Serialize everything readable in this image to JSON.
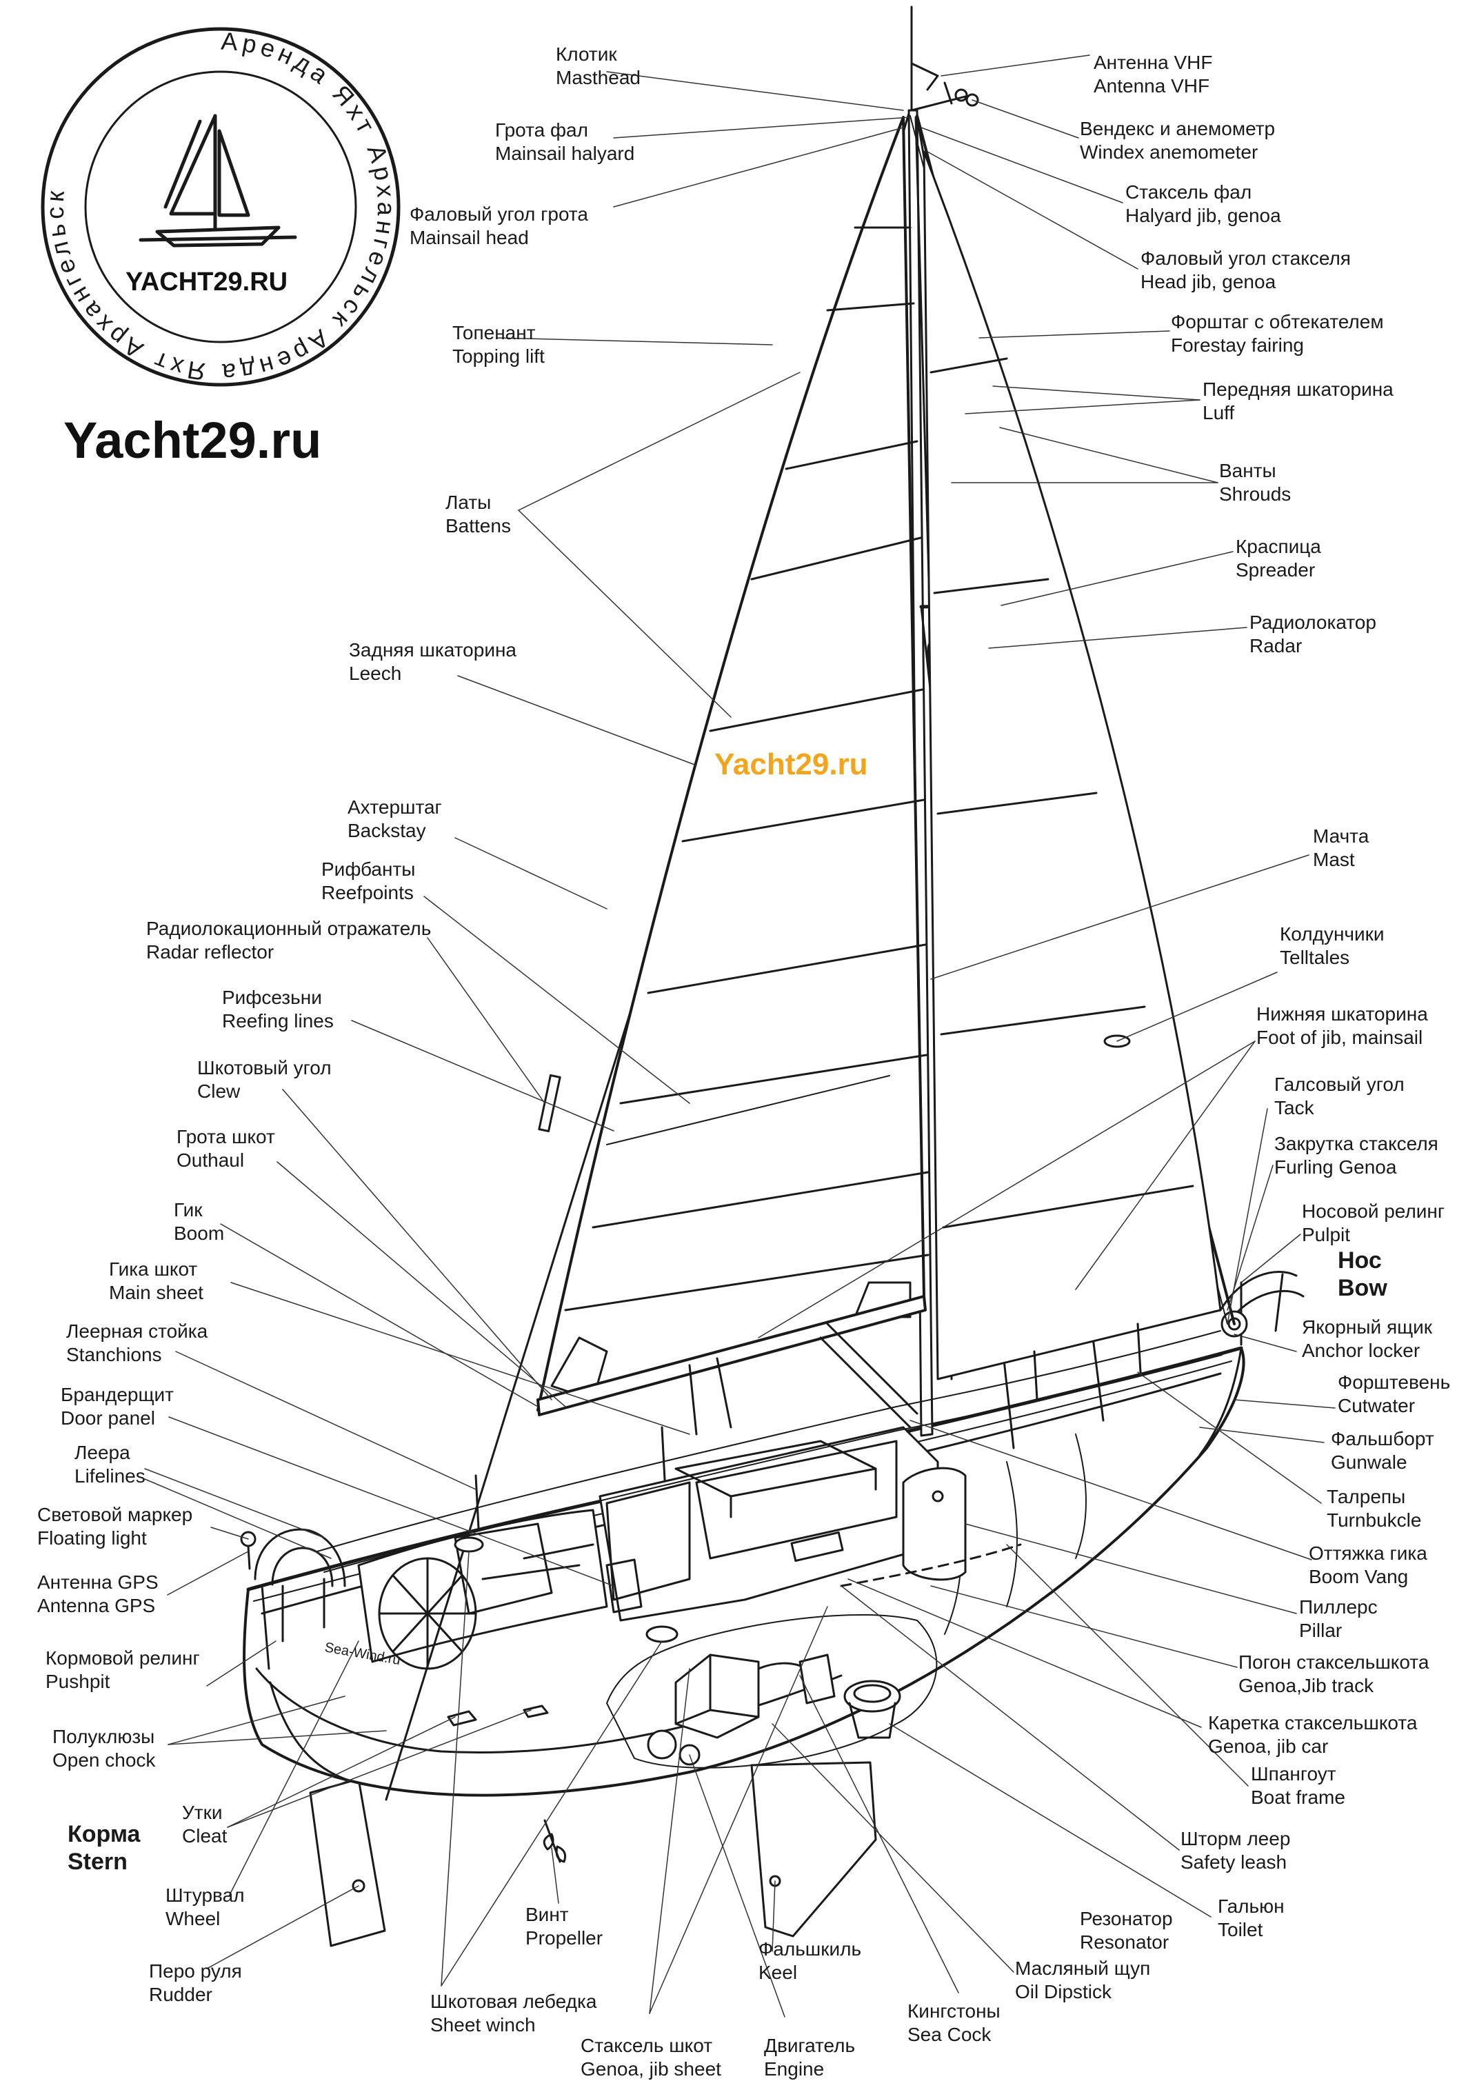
{
  "logo": {
    "ring_text": "Аренда Яхт Архангельск Аренда Яхт Архангельск",
    "site": "YACHT29.RU"
  },
  "brand": "Yacht29.ru",
  "watermark": "Yacht29.ru",
  "hull_label": "Sea-Wind.ru",
  "side_labels": {
    "bow": [
      "Нос",
      "Bow"
    ],
    "stern": [
      "Корма",
      "Stern"
    ]
  },
  "labels": [
    {
      "id": "masthead",
      "ru": "Клотик",
      "en": "Masthead"
    },
    {
      "id": "mainsail-halyard",
      "ru": "Грота фал",
      "en": "Mainsail halyard"
    },
    {
      "id": "mainsail-head",
      "ru": "Фаловый угол грота",
      "en": "Mainsail head"
    },
    {
      "id": "topping-lift",
      "ru": "Топенант",
      "en": "Topping lift"
    },
    {
      "id": "battens",
      "ru": "Латы",
      "en": "Battens"
    },
    {
      "id": "leech",
      "ru": "Задняя шкаторина",
      "en": "Leech"
    },
    {
      "id": "backstay",
      "ru": "Ахтерштаг",
      "en": "Backstay"
    },
    {
      "id": "reefpoints",
      "ru": "Рифбанты",
      "en": "Reefpoints"
    },
    {
      "id": "radar-reflector",
      "ru": "Радиолокационный отражатель",
      "en": "Radar reflector"
    },
    {
      "id": "reefing-lines",
      "ru": "Рифсезьни",
      "en": "Reefing lines"
    },
    {
      "id": "clew",
      "ru": "Шкотовый угол",
      "en": "Clew"
    },
    {
      "id": "outhaul",
      "ru": "Грота шкот",
      "en": "Outhaul"
    },
    {
      "id": "boom",
      "ru": "Гик",
      "en": "Boom"
    },
    {
      "id": "main-sheet",
      "ru": "Гика шкот",
      "en": "Main sheet"
    },
    {
      "id": "stanchions",
      "ru": "Леерная стойка",
      "en": "Stanchions"
    },
    {
      "id": "door-panel",
      "ru": "Брандерщит",
      "en": "Door panel"
    },
    {
      "id": "lifelines",
      "ru": "Леера",
      "en": "Lifelines"
    },
    {
      "id": "floating-light",
      "ru": "Световой маркер",
      "en": "Floating light"
    },
    {
      "id": "antenna-gps",
      "ru": "Антенна GPS",
      "en": "Antenna GPS"
    },
    {
      "id": "pushpit",
      "ru": "Кормовой релинг",
      "en": "Pushpit"
    },
    {
      "id": "open-chock",
      "ru": "Полуклюзы",
      "en": "Open chock"
    },
    {
      "id": "cleat",
      "ru": "Утки",
      "en": "Cleat"
    },
    {
      "id": "wheel",
      "ru": "Штурвал",
      "en": "Wheel"
    },
    {
      "id": "rudder",
      "ru": "Перо руля",
      "en": "Rudder"
    },
    {
      "id": "sheet-winch",
      "ru": "Шкотовая лебедка",
      "en": "Sheet winch"
    },
    {
      "id": "propeller",
      "ru": "Винт",
      "en": "Propeller"
    },
    {
      "id": "genoa-jib-sheet",
      "ru": "Стаксель шкот",
      "en": "Genoa, jib sheet"
    },
    {
      "id": "keel",
      "ru": "Фальшкиль",
      "en": "Keel"
    },
    {
      "id": "engine",
      "ru": "Двигатель",
      "en": "Engine"
    },
    {
      "id": "sea-cock",
      "ru": "Кингстоны",
      "en": "Sea Cock"
    },
    {
      "id": "oil-dipstick",
      "ru": "Масляный щуп",
      "en": "Oil Dipstick"
    },
    {
      "id": "resonator",
      "ru": "Резонатор",
      "en": "Resonator"
    },
    {
      "id": "toilet",
      "ru": "Гальюн",
      "en": "Toilet"
    },
    {
      "id": "safety-leash",
      "ru": "Шторм леер",
      "en": "Safety leash"
    },
    {
      "id": "boat-frame",
      "ru": "Шпангоут",
      "en": "Boat frame"
    },
    {
      "id": "genoa-jib-car",
      "ru": "Каретка стаксельшкота",
      "en": "Genoa, jib car"
    },
    {
      "id": "genoa-jib-track",
      "ru": "Погон стаксельшкота",
      "en": "Genoa,Jib track"
    },
    {
      "id": "pillar",
      "ru": "Пиллерс",
      "en": "Pillar"
    },
    {
      "id": "boom-vang",
      "ru": "Оттяжка гика",
      "en": "Boom Vang"
    },
    {
      "id": "turnbuckle",
      "ru": "Талрепы",
      "en": "Turnbukcle"
    },
    {
      "id": "gunwale",
      "ru": "Фальшборт",
      "en": "Gunwale"
    },
    {
      "id": "cutwater",
      "ru": "Форштевень",
      "en": "Cutwater"
    },
    {
      "id": "anchor-locker",
      "ru": "Якорный ящик",
      "en": "Anchor locker"
    },
    {
      "id": "pulpit",
      "ru": "Носовой релинг",
      "en": "Pulpit"
    },
    {
      "id": "furling-genoa",
      "ru": "Закрутка стакселя",
      "en": "Furling Genoa"
    },
    {
      "id": "tack",
      "ru": "Галсовый угол",
      "en": "Tack"
    },
    {
      "id": "foot-of-jib",
      "ru": "Нижняя шкаторина",
      "en": "Foot of jib, mainsail"
    },
    {
      "id": "telltales",
      "ru": "Колдунчики",
      "en": "Telltales"
    },
    {
      "id": "mast",
      "ru": "Мачта",
      "en": "Mast"
    },
    {
      "id": "radar",
      "ru": "Радиолокатор",
      "en": "Radar"
    },
    {
      "id": "spreader",
      "ru": "Краспица",
      "en": "Spreader"
    },
    {
      "id": "shrouds",
      "ru": "Ванты",
      "en": "Shrouds"
    },
    {
      "id": "luff",
      "ru": "Передняя шкаторина",
      "en": "Luff"
    },
    {
      "id": "forestay-fairing",
      "ru": "Форштаг с обтекателем",
      "en": "Forestay fairing"
    },
    {
      "id": "head-jib",
      "ru": "Фаловый угол стакселя",
      "en": "Head jib, genoa"
    },
    {
      "id": "halyard-jib",
      "ru": "Стаксель фал",
      "en": "Halyard jib, genoa"
    },
    {
      "id": "windex",
      "ru": "Вендекс и анемометр",
      "en": "Windex  anemometer"
    },
    {
      "id": "antenna-vhf",
      "ru": "Антенна VHF",
      "en": "Antenna VHF"
    }
  ]
}
